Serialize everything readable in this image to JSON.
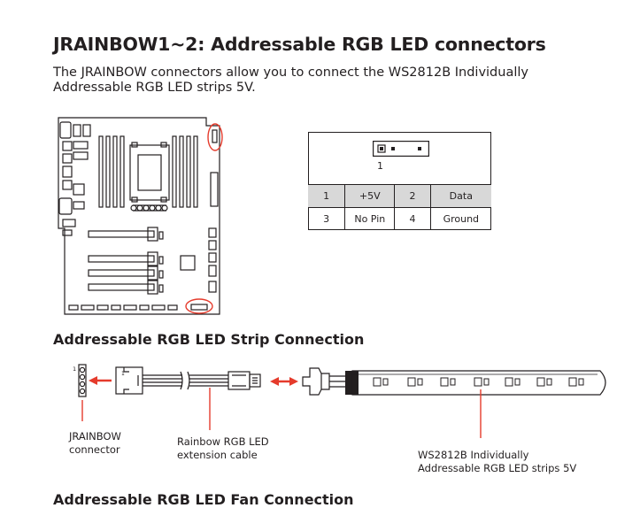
{
  "title": "JRAINBOW1~2: Addressable RGB LED connectors",
  "intro": {
    "line1": "The JRAINBOW connectors allow you to connect the WS2812B Individually",
    "line2": "Addressable RGB LED strips 5V."
  },
  "pinout": {
    "pin_one_label": "1",
    "rows": [
      [
        "1",
        "+5V",
        "2",
        "Data"
      ],
      [
        "3",
        "No Pin",
        "4",
        "Ground"
      ]
    ]
  },
  "strip_section": {
    "heading": "Addressable RGB LED Strip Connection",
    "header_pin_label": "1",
    "jrainbow_caption": [
      "JRAINBOW",
      "connector"
    ],
    "extension_caption": [
      "Rainbow RGB LED",
      "extension cable"
    ],
    "strip_caption": [
      "WS2812B Individually",
      "Addressable RGB LED strips 5V"
    ]
  },
  "next_heading": "Addressable RGB LED Fan Connection",
  "colors": {
    "text": "#231f20",
    "highlight": "#e53b2c",
    "row_shade": "#d8d8d8"
  }
}
